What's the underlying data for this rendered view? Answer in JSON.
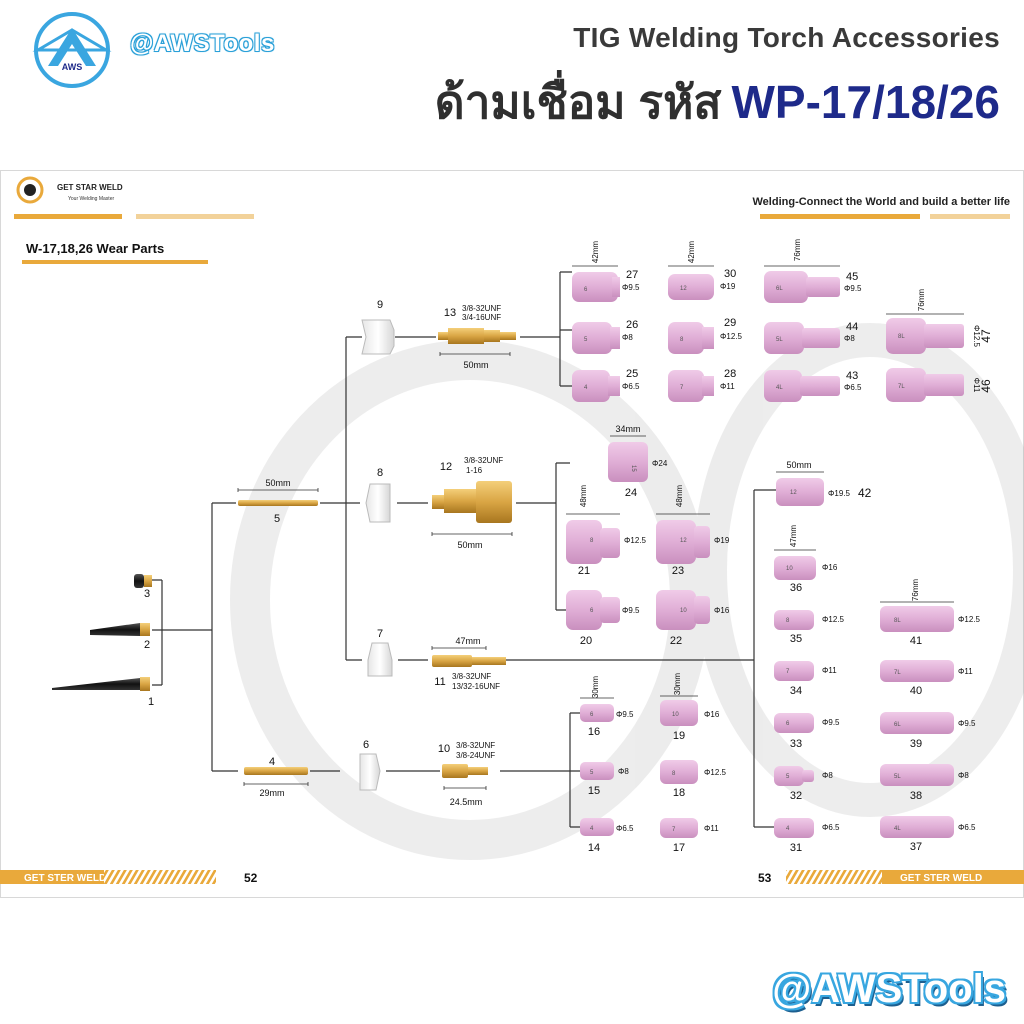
{
  "brand": {
    "handle": "@AWSTools",
    "logo_text": "AWS"
  },
  "header": {
    "title_en": "TIG Welding Torch Accessories",
    "title_th": "ด้ามเชื่อม รหัส",
    "model_code": "WP-17/18/26"
  },
  "catalog": {
    "company": "GET STAR WELD",
    "company_tagline": "Your Welding Master",
    "slogan": "Welding-Connect the World and build a better life",
    "section_title": "W-17,18,26 Wear Parts",
    "footer_left": "GET STER WELD",
    "footer_right": "GET STER WELD",
    "page_left": "52",
    "page_right": "53"
  },
  "parts": {
    "p1": "1",
    "p2": "2",
    "p3": "3",
    "p4": "4",
    "p5": "5",
    "p6": "6",
    "p7": "7",
    "p8": "8",
    "p9": "9",
    "p10": "10",
    "p11": "11",
    "p12": "12",
    "p13": "13",
    "p14": "14",
    "p15": "15",
    "p16": "16",
    "p17": "17",
    "p18": "18",
    "p19": "19",
    "p20": "20",
    "p21": "21",
    "p22": "22",
    "p23": "23",
    "p24": "24",
    "p25": "25",
    "p26": "26",
    "p27": "27",
    "p28": "28",
    "p29": "29",
    "p30": "30",
    "p31": "31",
    "p32": "32",
    "p33": "33",
    "p34": "34",
    "p35": "35",
    "p36": "36",
    "p37": "37",
    "p38": "38",
    "p39": "39",
    "p40": "40",
    "p41": "41",
    "p42": "42",
    "p43": "43",
    "p44": "44",
    "p45": "45",
    "p46": "46",
    "p47": "47"
  },
  "threads": {
    "t13a": "3/8-32UNF",
    "t13b": "3/4-16UNF",
    "t12a": "3/8-32UNF",
    "t12b": "1-16",
    "t11a": "3/8-32UNF",
    "t11b": "13/32-16UNF",
    "t10a": "3/8-32UNF",
    "t10b": "3/8-24UNF"
  },
  "dims": {
    "d50a": "50mm",
    "d50b": "50mm",
    "d50c": "50mm",
    "d47": "47mm",
    "d29": "29mm",
    "d245": "24.5mm",
    "d42a": "42mm",
    "d42b": "42mm",
    "d76a": "76mm",
    "d76b": "76mm",
    "d76c": "76mm",
    "d34": "34mm",
    "d48a": "48mm",
    "d48b": "48mm",
    "d50d": "50mm",
    "d47b": "47mm",
    "d30a": "30mm",
    "d30b": "30mm"
  },
  "diameters": {
    "f27": "Φ9.5",
    "f26": "Φ8",
    "f25": "Φ6.5",
    "f30": "Φ19",
    "f29": "Φ12.5",
    "f28": "Φ11",
    "f45": "Φ9.5",
    "f44": "Φ8",
    "f43": "Φ6.5",
    "f47": "Φ12.5",
    "f46": "Φ11",
    "f24": "Φ24",
    "f21": "Φ12.5",
    "f23": "Φ19",
    "f20": "Φ9.5",
    "f22": "Φ16",
    "f42": "Φ19.5",
    "f36": "Φ16",
    "f35": "Φ12.5",
    "f34": "Φ11",
    "f33": "Φ9.5",
    "f32": "Φ8",
    "f31": "Φ6.5",
    "f41": "Φ12.5",
    "f40": "Φ11",
    "f39": "Φ9.5",
    "f38": "Φ8",
    "f37": "Φ6.5",
    "f16": "Φ9.5",
    "f15": "Φ8",
    "f14": "Φ6.5",
    "f19": "Φ16",
    "f18": "Φ12.5",
    "f17": "Φ11"
  },
  "cup_marks": {
    "m27": "6",
    "m26": "5",
    "m25": "4",
    "m30": "12",
    "m29": "8",
    "m28": "7",
    "m45": "6L",
    "m44": "5L",
    "m43": "4L",
    "m47": "8L",
    "m46": "7L",
    "m24": "15",
    "m21": "8",
    "m23": "12",
    "m20": "6",
    "m22": "10",
    "m42": "12",
    "m36": "10",
    "m35": "8",
    "m34": "7",
    "m33": "6",
    "m32": "5",
    "m31": "4",
    "m41": "8L",
    "m40": "7L",
    "m39": "6L",
    "m38": "5L",
    "m37": "4L",
    "m16": "6",
    "m15": "5",
    "m14": "4",
    "m19": "10",
    "m18": "8",
    "m17": "7"
  },
  "colors": {
    "brand_blue": "#1e2a8a",
    "accent_orange": "#e9a93b",
    "cup_pink": "#e3b5d8",
    "brass": "#d9a544"
  }
}
